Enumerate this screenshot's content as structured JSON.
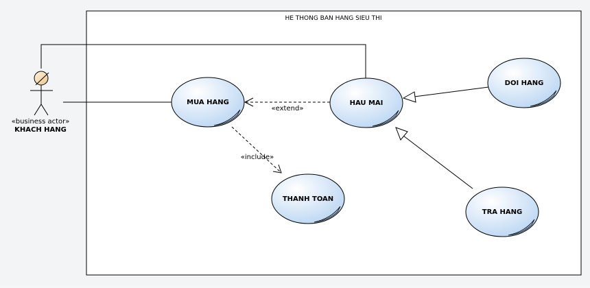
{
  "system": {
    "title": "HE THONG BAN HANG SIEU THI"
  },
  "actor": {
    "stereotype": "«business actor»",
    "name": "KHACH HANG"
  },
  "use_cases": {
    "mua_hang": "MUA HANG",
    "hau_mai": "HAU MAI",
    "thanh_toan": "THANH TOAN",
    "doi_hang": "DOI HANG",
    "tra_hang": "TRA HANG"
  },
  "relations": {
    "extend_label": "«extend»",
    "include_label": "«include»"
  },
  "colors": {
    "ellipse_fill_top": "#ffffff",
    "ellipse_fill_bottom": "#b9d5f2",
    "line": "#000000",
    "actor_head": "#f5dcb0"
  }
}
